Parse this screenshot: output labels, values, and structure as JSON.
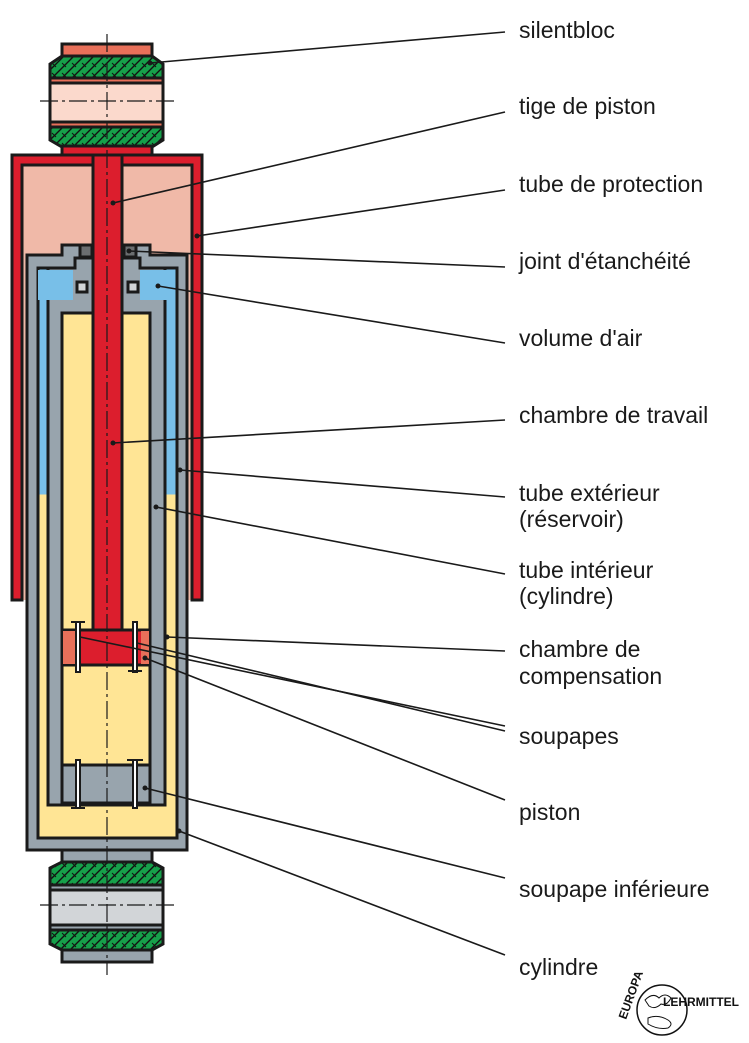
{
  "labels": {
    "silentbloc": "silentbloc",
    "tige": "tige de piston",
    "protection": "tube de protection",
    "joint": "joint d'étanchéité",
    "volume": "volume d'air",
    "chambre_travail": "chambre de travail",
    "tube_ext_1": "tube extérieur",
    "tube_ext_2": "(réservoir)",
    "tube_int_1": "tube intérieur",
    "tube_int_2": "(cylindre)",
    "chambre_comp_1": "chambre de",
    "chambre_comp_2": "compensation",
    "soupapes": "soupapes",
    "piston": "piston",
    "soupape_inf": "soupape inférieure",
    "cylindre": "cylindre"
  },
  "logo": {
    "top": "EUROPA",
    "right": "LEHRMITTEL"
  },
  "colors": {
    "red": "#dc1e2d",
    "salmon": "#e8705a",
    "pink": "#f0b9a8",
    "light_pink": "#fbd9cc",
    "green": "#16a04a",
    "gray": "#98a4ad",
    "dark_gray": "#6b6e70",
    "light_gray": "#d2d5d8",
    "blue": "#78bfe8",
    "yellow": "#ffe595"
  }
}
